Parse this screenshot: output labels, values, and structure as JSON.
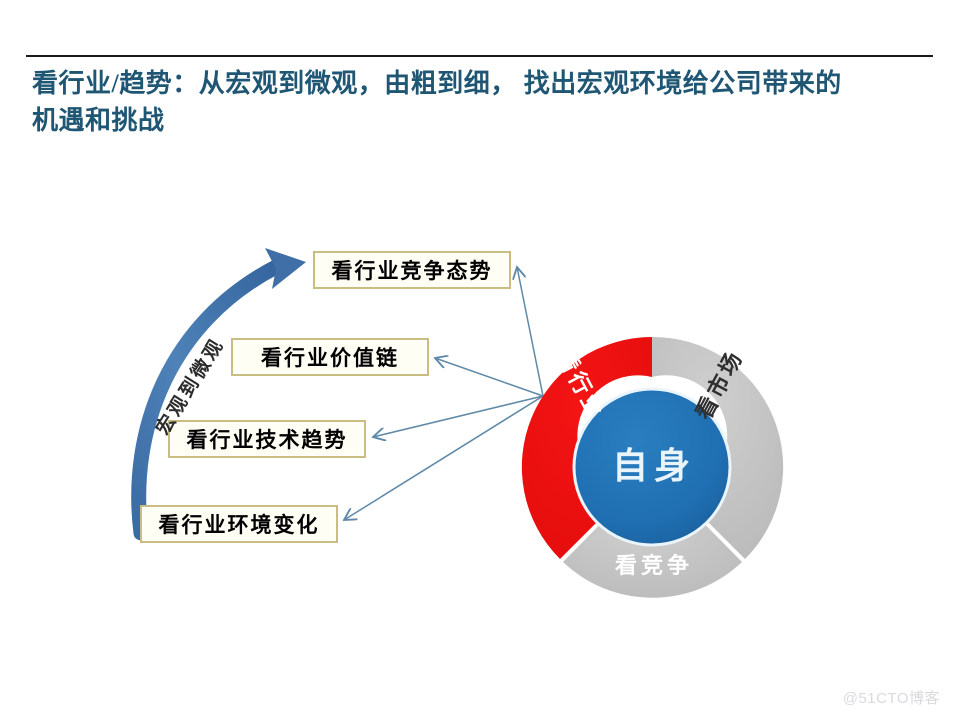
{
  "slide": {
    "title": "看行业/趋势：从宏观到微观，由粗到细， 找出宏观环境给公司带来的\n机遇和挑战",
    "title_color": "#1f5673",
    "background": "#ffffff",
    "watermark": "@51CTO博客"
  },
  "flow": {
    "axis_label": "宏观到微观",
    "arrow_color": "#3f6fa6",
    "connector_color": "#5f89a8"
  },
  "callouts": [
    {
      "id": "competition",
      "label": "看行业竞争态势"
    },
    {
      "id": "valuechain",
      "label": "看行业价值链"
    },
    {
      "id": "technology",
      "label": "看行业技术趋势"
    },
    {
      "id": "environment",
      "label": "看行业环境变化"
    }
  ],
  "donut": {
    "center_label": "自身",
    "center_color": "#1f6fb2",
    "segments": [
      {
        "id": "industry",
        "label": "看行业",
        "color": "#ee1111",
        "text_color": "#ffffff"
      },
      {
        "id": "market",
        "label": "看市场",
        "color": "#c6c6c6",
        "text_color": "#2f2f2f"
      },
      {
        "id": "competitor",
        "label": "看竞争",
        "color": "#bfbfbf",
        "text_color": "#ffffff"
      }
    ]
  }
}
